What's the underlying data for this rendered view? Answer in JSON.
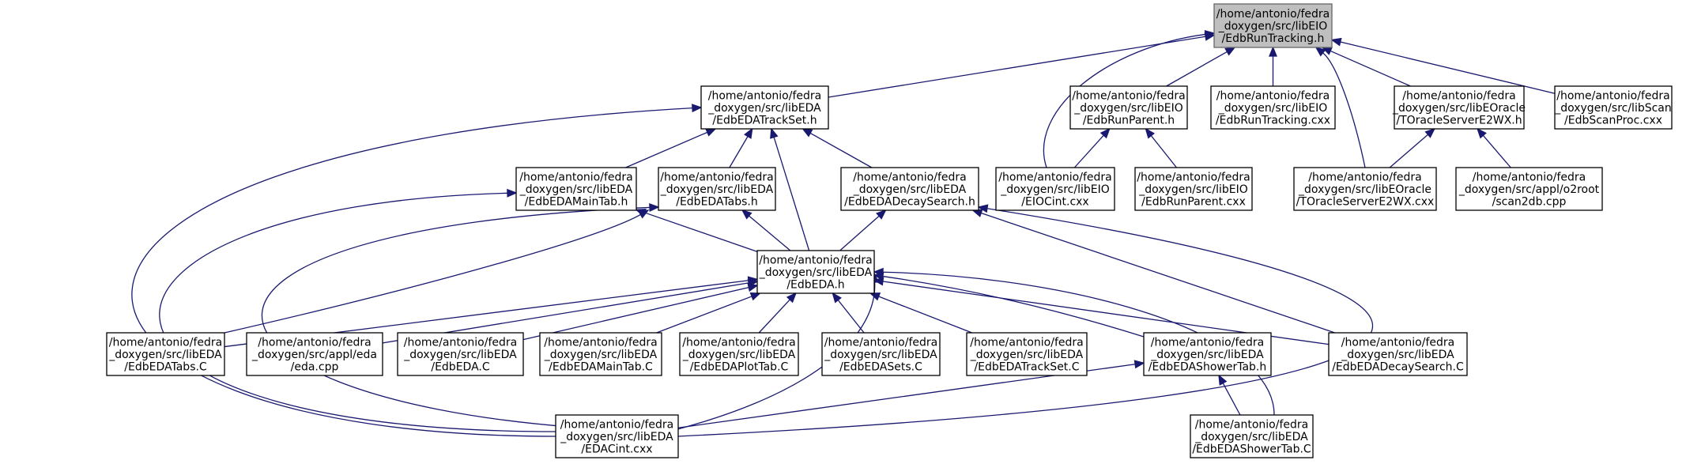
{
  "colors": {
    "edge": "#191970",
    "focus_fill": "#bfbfbf",
    "node_fill": "#ffffff"
  },
  "nodes": [
    {
      "id": "runtracking_h",
      "focus": true,
      "lines": [
        "/home/antonio/fedra",
        "_doxygen/src/libEIO",
        "/EdbRunTracking.h"
      ]
    },
    {
      "id": "edaTrackSet_h",
      "lines": [
        "/home/antonio/fedra",
        "_doxygen/src/libEDA",
        "/EdbEDATrackSet.h"
      ]
    },
    {
      "id": "runParent_h",
      "lines": [
        "/home/antonio/fedra",
        "_doxygen/src/libEIO",
        "/EdbRunParent.h"
      ]
    },
    {
      "id": "runTracking_cxx",
      "lines": [
        "/home/antonio/fedra",
        "_doxygen/src/libEIO",
        "/EdbRunTracking.cxx"
      ]
    },
    {
      "id": "toracle_h",
      "lines": [
        "/home/antonio/fedra",
        "_doxygen/src/libEOracle",
        "/TOracleServerE2WX.h"
      ]
    },
    {
      "id": "scanProc_h",
      "lines": [
        "/home/antonio/fedra",
        "_doxygen/src/libScan",
        "/EdbScanProc.cxx"
      ]
    },
    {
      "id": "edaMainTab_h",
      "lines": [
        "/home/antonio/fedra",
        "_doxygen/src/libEDA",
        "/EdbEDAMainTab.h"
      ]
    },
    {
      "id": "edaTabs_h",
      "lines": [
        "/home/antonio/fedra",
        "_doxygen/src/libEDA",
        "/EdbEDATabs.h"
      ]
    },
    {
      "id": "edaDecay_h",
      "lines": [
        "/home/antonio/fedra",
        "_doxygen/src/libEDA",
        "/EdbEDADecaySearch.h"
      ]
    },
    {
      "id": "eioCint_cxx",
      "lines": [
        "/home/antonio/fedra",
        "_doxygen/src/libEIO",
        "/EIOCint.cxx"
      ]
    },
    {
      "id": "runParent_cxx",
      "lines": [
        "/home/antonio/fedra",
        "_doxygen/src/libEIO",
        "/EdbRunParent.cxx"
      ]
    },
    {
      "id": "toracle_cxx",
      "lines": [
        "/home/antonio/fedra",
        "_doxygen/src/libEOracle",
        "/TOracleServerE2WX.cxx"
      ]
    },
    {
      "id": "scan2db_cpp",
      "lines": [
        "/home/antonio/fedra",
        "_doxygen/src/appl/o2root",
        "/scan2db.cpp"
      ]
    },
    {
      "id": "eda_h",
      "lines": [
        "/home/antonio/fedra",
        "_doxygen/src/libEDA",
        "/EdbEDA.h"
      ]
    },
    {
      "id": "edaTabs_C",
      "lines": [
        "/home/antonio/fedra",
        "_doxygen/src/libEDA",
        "/EdbEDATabs.C"
      ]
    },
    {
      "id": "eda_cpp",
      "lines": [
        "/home/antonio/fedra",
        "_doxygen/src/appl/eda",
        "/eda.cpp"
      ]
    },
    {
      "id": "eda_C",
      "lines": [
        "/home/antonio/fedra",
        "_doxygen/src/libEDA",
        "/EdbEDA.C"
      ]
    },
    {
      "id": "edaMainTab_C",
      "lines": [
        "/home/antonio/fedra",
        "_doxygen/src/libEDA",
        "/EdbEDAMainTab.C"
      ]
    },
    {
      "id": "edaPlotTab_C",
      "lines": [
        "/home/antonio/fedra",
        "_doxygen/src/libEDA",
        "/EdbEDAPlotTab.C"
      ]
    },
    {
      "id": "edaSets_C",
      "lines": [
        "/home/antonio/fedra",
        "_doxygen/src/libEDA",
        "/EdbEDASets.C"
      ]
    },
    {
      "id": "edaTrackSet_C",
      "lines": [
        "/home/antonio/fedra",
        "_doxygen/src/libEDA",
        "/EdbEDATrackSet.C"
      ]
    },
    {
      "id": "edaShowerTab_h",
      "lines": [
        "/home/antonio/fedra",
        "_doxygen/src/libEDA",
        "/EdbEDAShowerTab.h"
      ]
    },
    {
      "id": "edaDecay_C",
      "lines": [
        "/home/antonio/fedra",
        "_doxygen/src/libEDA",
        "/EdbEDADecaySearch.C"
      ]
    },
    {
      "id": "edaCint_cxx",
      "lines": [
        "/home/antonio/fedra",
        "_doxygen/src/libEDA",
        "/EDACint.cxx"
      ]
    },
    {
      "id": "edaShowerTab_C",
      "lines": [
        "/home/antonio/fedra",
        "_doxygen/src/libEDA",
        "/EdbEDAShowerTab.C"
      ]
    }
  ],
  "edges": [
    [
      "edaTrackSet_h",
      "runtracking_h"
    ],
    [
      "runParent_h",
      "runtracking_h"
    ],
    [
      "runTracking_cxx",
      "runtracking_h"
    ],
    [
      "toracle_h",
      "runtracking_h"
    ],
    [
      "scanProc_h",
      "runtracking_h"
    ],
    [
      "eioCint_cxx",
      "runtracking_h"
    ],
    [
      "toracle_cxx",
      "runtracking_h"
    ],
    [
      "edaMainTab_h",
      "edaTrackSet_h"
    ],
    [
      "edaTabs_h",
      "edaTrackSet_h"
    ],
    [
      "edaDecay_h",
      "edaTrackSet_h"
    ],
    [
      "eda_h",
      "edaTrackSet_h"
    ],
    [
      "edaCint_cxx",
      "edaTrackSet_h"
    ],
    [
      "eioCint_cxx",
      "runParent_h"
    ],
    [
      "runParent_cxx",
      "runParent_h"
    ],
    [
      "toracle_cxx",
      "toracle_h"
    ],
    [
      "scan2db_cpp",
      "toracle_h"
    ],
    [
      "eda_h",
      "edaMainTab_h"
    ],
    [
      "edaCint_cxx",
      "edaMainTab_h"
    ],
    [
      "eda_h",
      "edaTabs_h"
    ],
    [
      "edaTabs_C",
      "edaTabs_h"
    ],
    [
      "edaCint_cxx",
      "edaTabs_h"
    ],
    [
      "eda_h",
      "edaDecay_h"
    ],
    [
      "edaDecay_C",
      "edaDecay_h"
    ],
    [
      "edaCint_cxx",
      "edaDecay_h"
    ],
    [
      "edaTabs_C",
      "eda_h"
    ],
    [
      "eda_cpp",
      "eda_h"
    ],
    [
      "eda_C",
      "eda_h"
    ],
    [
      "edaMainTab_C",
      "eda_h"
    ],
    [
      "edaPlotTab_C",
      "eda_h"
    ],
    [
      "edaSets_C",
      "eda_h"
    ],
    [
      "edaTrackSet_C",
      "eda_h"
    ],
    [
      "edaShowerTab_h",
      "eda_h"
    ],
    [
      "edaDecay_C",
      "eda_h"
    ],
    [
      "edaCint_cxx",
      "eda_h"
    ],
    [
      "edaShowerTab_C",
      "eda_h"
    ],
    [
      "edaCint_cxx",
      "edaShowerTab_h"
    ],
    [
      "edaShowerTab_C",
      "edaShowerTab_h"
    ]
  ]
}
